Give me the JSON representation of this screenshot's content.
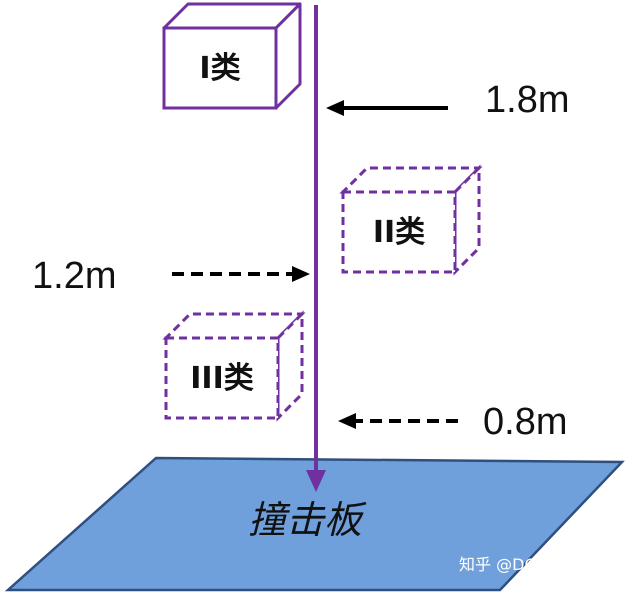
{
  "diagram": {
    "boxes": [
      {
        "label": "I类",
        "style": "solid"
      },
      {
        "label": "II类",
        "style": "dashed"
      },
      {
        "label": "III类",
        "style": "dashed"
      }
    ],
    "heights": [
      {
        "label": "1.8m",
        "arrow": "solid"
      },
      {
        "label": "1.2m",
        "arrow": "dashed"
      },
      {
        "label": "0.8m",
        "arrow": "dashed"
      }
    ],
    "plate_label": "撞击板",
    "watermark": "知乎 @DG logistics",
    "colors": {
      "box_outline": "#7030a0",
      "drop_line": "#7030a0",
      "arrow": "#000000",
      "plate_fill": "#6fa0dc",
      "plate_outline": "#2f4f7f"
    }
  }
}
